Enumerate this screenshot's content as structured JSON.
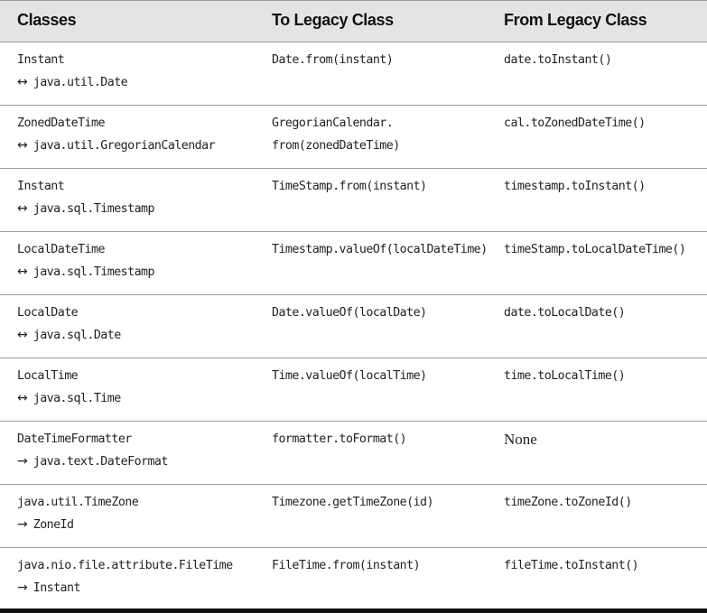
{
  "table": {
    "headers": [
      "Classes",
      "To Legacy Class",
      "From Legacy Class"
    ],
    "rows": [
      {
        "class_name": "Instant",
        "arrow": "↔",
        "legacy": "java.util.Date",
        "to_lines": [
          "Date.from(instant)"
        ],
        "from": "date.toInstant()"
      },
      {
        "class_name": "ZonedDateTime",
        "arrow": "↔",
        "legacy": "java.util.GregorianCalendar",
        "to_lines": [
          "GregorianCalendar.",
          "from(zonedDateTime)"
        ],
        "from": "cal.toZonedDateTime()"
      },
      {
        "class_name": "Instant",
        "arrow": "↔",
        "legacy": "java.sql.Timestamp",
        "to_lines": [
          "TimeStamp.from(instant)"
        ],
        "from": "timestamp.toInstant()"
      },
      {
        "class_name": "LocalDateTime",
        "arrow": "↔",
        "legacy": "java.sql.Timestamp",
        "to_lines": [
          "Timestamp.valueOf(localDateTime)"
        ],
        "from": "timeStamp.toLocalDateTime()"
      },
      {
        "class_name": "LocalDate",
        "arrow": "↔",
        "legacy": "java.sql.Date",
        "to_lines": [
          "Date.valueOf(localDate)"
        ],
        "from": "date.toLocalDate()"
      },
      {
        "class_name": "LocalTime",
        "arrow": "↔",
        "legacy": "java.sql.Time",
        "to_lines": [
          "Time.valueOf(localTime)"
        ],
        "from": "time.toLocalTime()"
      },
      {
        "class_name": "DateTimeFormatter",
        "arrow": "→",
        "legacy": "java.text.DateFormat",
        "to_lines": [
          "formatter.toFormat()"
        ],
        "from": "None",
        "from_plain": true
      },
      {
        "class_name": "java.util.TimeZone",
        "arrow": "→",
        "legacy": "ZoneId",
        "to_lines": [
          "Timezone.getTimeZone(id)"
        ],
        "from": "timeZone.toZoneId()"
      },
      {
        "class_name": "java.nio.file.attribute.FileTime",
        "arrow": "→",
        "legacy": "Instant",
        "to_lines": [
          "FileTime.from(instant)"
        ],
        "from": "fileTime.toInstant()"
      }
    ]
  }
}
